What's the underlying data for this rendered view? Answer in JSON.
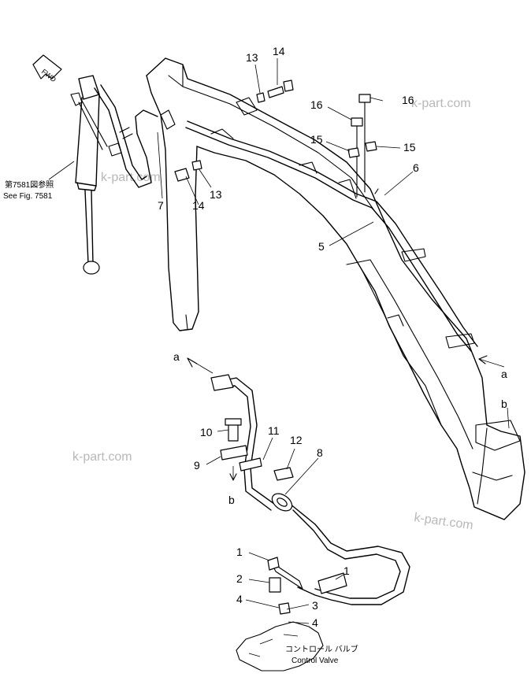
{
  "figure": {
    "fwd_label": "FWD",
    "reference_note_jp": "第7581図参照",
    "reference_note_en": "See Fig. 7581",
    "control_valve_label_jp": "コントロール バルブ",
    "control_valve_label_en": "Control Valve",
    "watermarks": [
      "k-part.com",
      "k-part.com",
      "k-part.com",
      "k-part.com"
    ],
    "callouts": {
      "c1a": "1",
      "c1b": "1",
      "c2": "2",
      "c3": "3",
      "c4a": "4",
      "c4b": "4",
      "c5": "5",
      "c6": "6",
      "c7": "7",
      "c8": "8",
      "c9": "9",
      "c10": "10",
      "c11": "11",
      "c12": "12",
      "c13a": "13",
      "c13b": "13",
      "c14a": "14",
      "c14b": "14",
      "c15a": "15",
      "c15b": "15",
      "c16a": "16",
      "c16b": "16"
    },
    "connectors": {
      "a_left": "a",
      "a_right": "a",
      "b_left": "b",
      "b_right": "b"
    }
  }
}
